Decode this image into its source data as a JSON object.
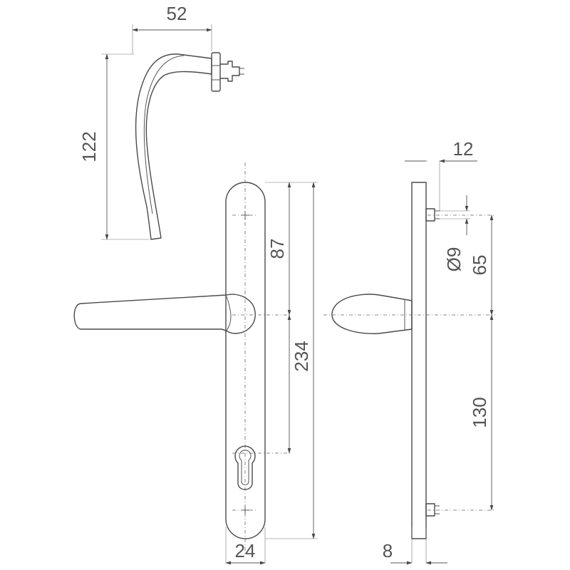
{
  "diagram": {
    "dimensions": {
      "lever_width": "52",
      "lever_height": "122",
      "spindle_offset": "12",
      "top_to_spindle": "87",
      "plate_length": "234",
      "screw_diameter": "Ø9",
      "screw_to_spindle": "65",
      "spindle_to_keyhole": "130",
      "plate_width": "24",
      "plate_thickness": "8"
    }
  }
}
